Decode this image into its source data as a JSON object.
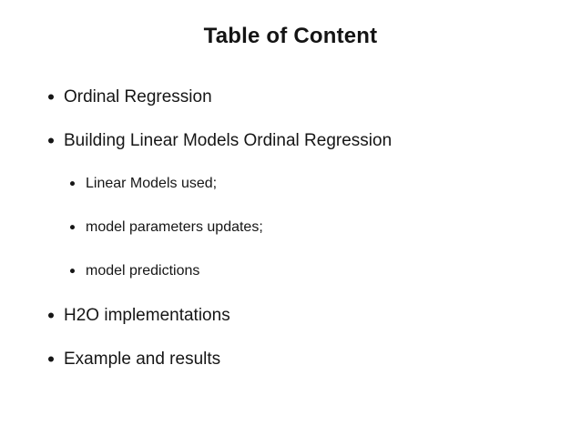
{
  "slide": {
    "title": "Table of Content",
    "colors": {
      "background": "#ffffff",
      "text": "#161616"
    },
    "toc": {
      "items": [
        {
          "label": "Ordinal Regression",
          "level": 1
        },
        {
          "label": "Building Linear Models Ordinal Regression",
          "level": 1
        },
        {
          "label": "Linear Models used;",
          "level": 2
        },
        {
          "label": "model parameters updates;",
          "level": 2
        },
        {
          "label": "model predictions",
          "level": 2
        },
        {
          "label": "H2O implementations",
          "level": 1
        },
        {
          "label": "Example and results",
          "level": 1
        }
      ]
    }
  }
}
